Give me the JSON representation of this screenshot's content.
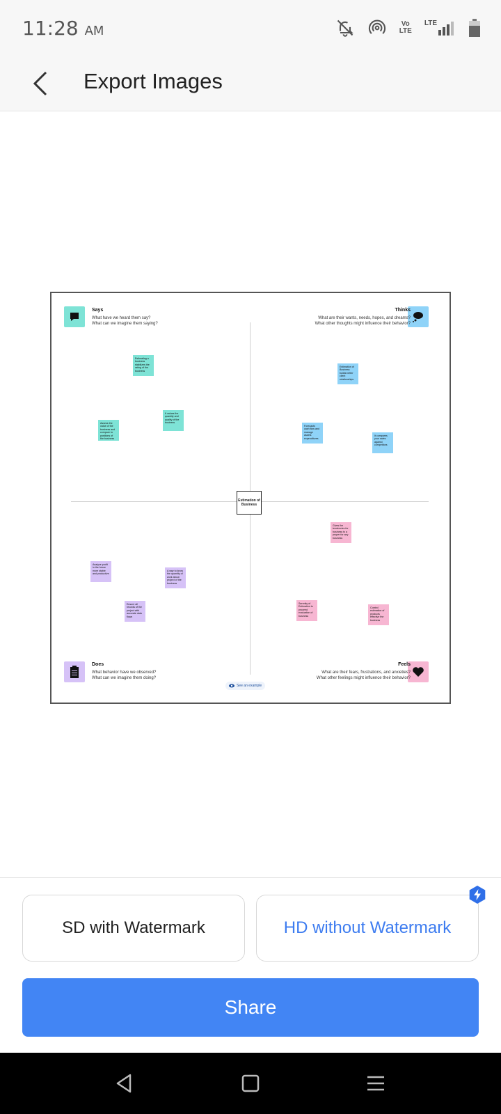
{
  "status_bar": {
    "time": "11:28",
    "ampm": "AM",
    "volte_top": "Vo",
    "volte_bottom": "LTE",
    "lte": "LTE",
    "icons": [
      "notifications-off-icon",
      "hotspot-icon",
      "volte-icon",
      "signal-icon",
      "battery-icon"
    ]
  },
  "header": {
    "title": "Export Images"
  },
  "board": {
    "center": "Estimation of Business",
    "quadrants": {
      "says": {
        "title": "Says",
        "q1": "What have we heard them say?",
        "q2": "What can we imagine them saying?",
        "color": "#7ee3d6"
      },
      "thinks": {
        "title": "Thinks",
        "q1": "What are their wants, needs, hopes, and dreams?",
        "q2": "What other thoughts might influence their behavior?",
        "color": "#8fd3f8"
      },
      "does": {
        "title": "Does",
        "q1": "What behavior have we observed?",
        "q2": "What can we imagine them doing?",
        "color": "#d6c2f7"
      },
      "feels": {
        "title": "Feels",
        "q1": "What are their fears, frustrations, and anxieties?",
        "q2": "What other feelings might influence their behavior?",
        "color": "#f7b6d2"
      }
    },
    "notes": {
      "teal1": "Estimating a business stabilizes the rating of the business",
      "teal2": "It values the quantity and quality of the business",
      "teal3": "Assess the value of the business and compare to positions of the business",
      "blue1": "Estimation of Business builds better client relationships",
      "blue2": "Forecasts cash flow and manage assets expenditures",
      "blue3": "It compares your sales against competitors",
      "purple1": "Analyze profit in the future more stable and productive",
      "purple2": "A way to know the quantity of work about project of the business",
      "purple3": "Ensure all records of the project with accurate data flows",
      "pink1": "Gives the tendencies for business to a proper for any business",
      "pink2": "Serenity of Estimation to proceed evaluation of business",
      "pink3": "Control estimation of products effective the business"
    },
    "see_example": "See an example"
  },
  "options": {
    "sd_label": "SD with Watermark",
    "hd_label": "HD without Watermark"
  },
  "share_label": "Share",
  "colors": {
    "accent": "#4285f4",
    "hd_text": "#3d7cf0",
    "badge": "#2f6fe8"
  }
}
